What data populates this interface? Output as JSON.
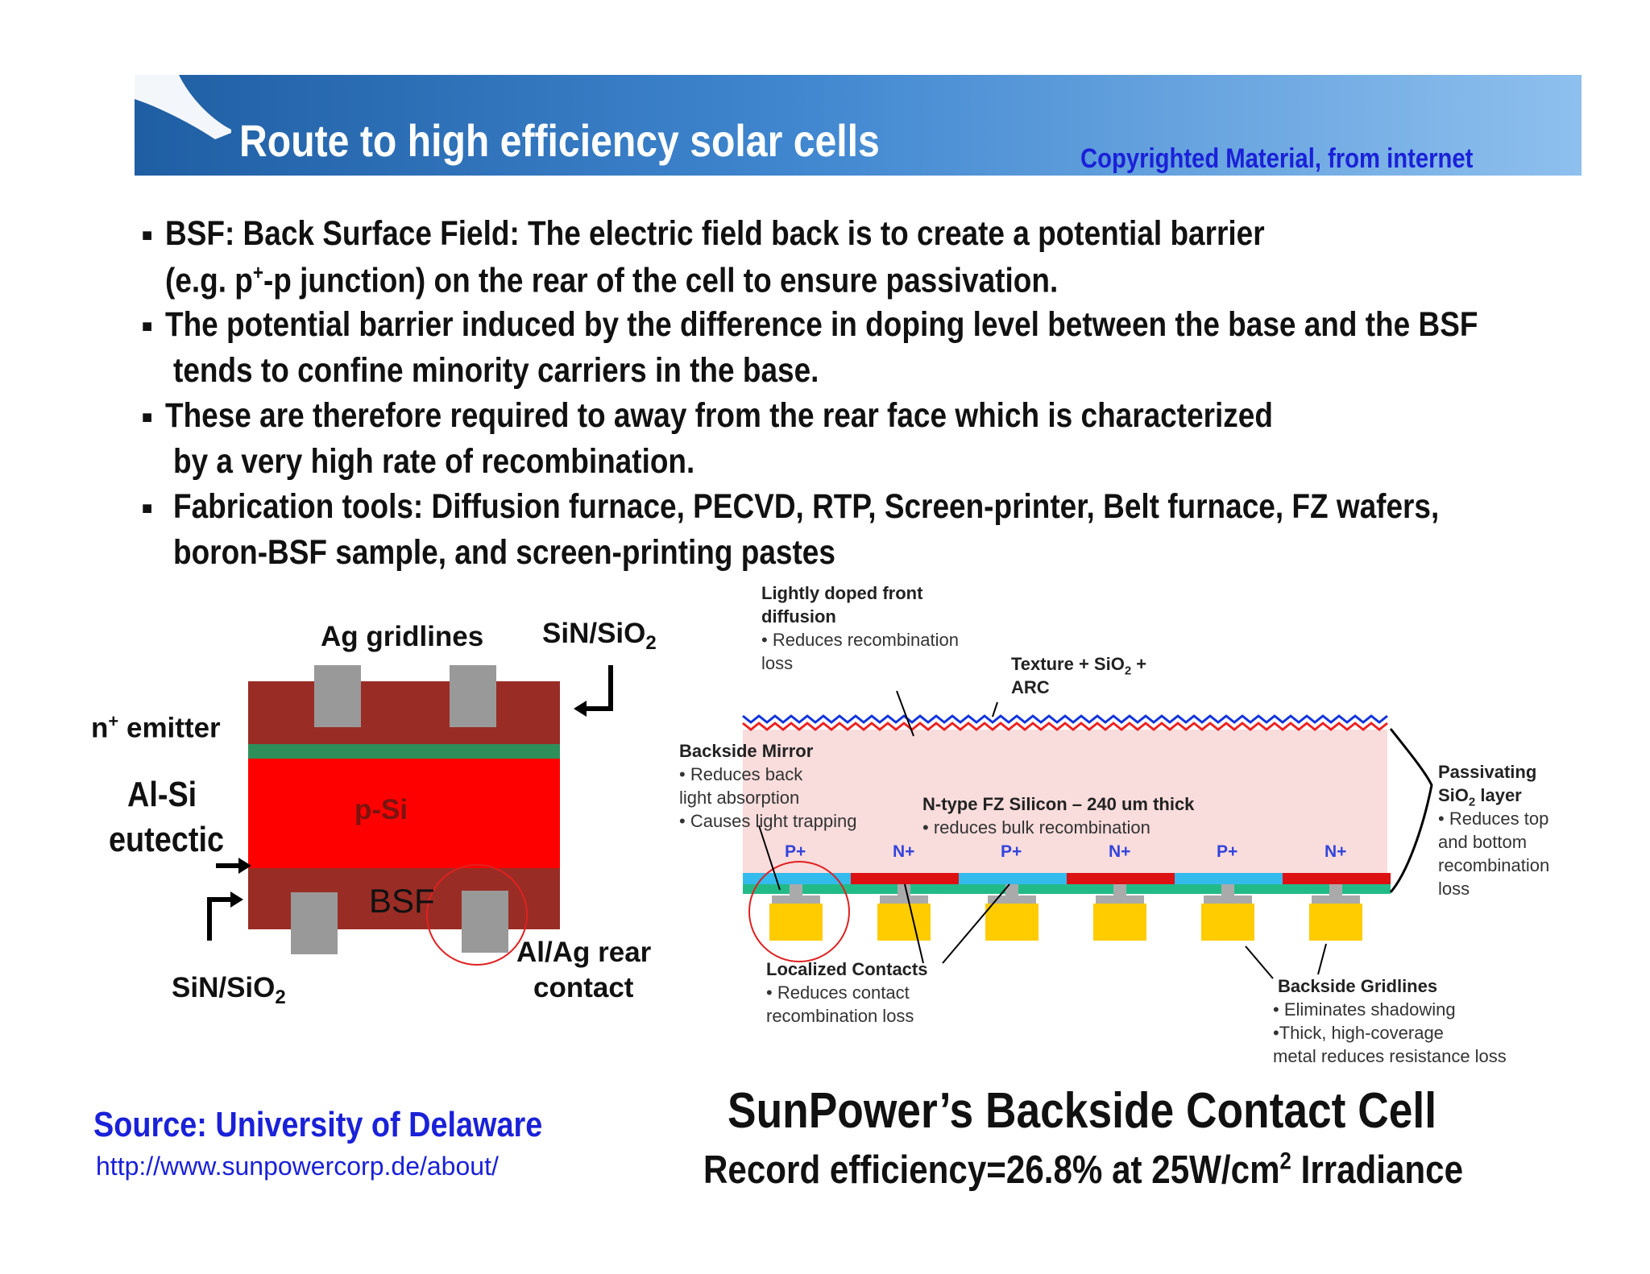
{
  "header": {
    "title": "Route to high efficiency solar cells",
    "copyright": "Copyrighted Material, from internet"
  },
  "bullets": [
    {
      "line1": "BSF: Back Surface Field: The electric field back is to create a potential barrier",
      "line2_pre": "(e.g. p",
      "line2_sup": "+",
      "line2_post": "-p junction) on the rear of the cell to ensure passivation."
    },
    {
      "line1": "The potential barrier induced by the difference in doping level between the base and the BSF",
      "line2": "tends to confine minority carriers in the base."
    },
    {
      "line1": "These are therefore required to away from the rear face which is characterized",
      "line2": "by a very high rate of recombination."
    },
    {
      "line1": "Fabrication tools: Diffusion furnace, PECVD, RTP, Screen-printer, Belt furnace, FZ wafers,",
      "line2": "boron-BSF sample, and screen-printing pastes"
    }
  ],
  "left_diagram": {
    "ag_gridlines": "Ag gridlines",
    "sin_top_base": "SiN/SiO",
    "sin_top_sub": "2",
    "n_emitter_pre": "n",
    "n_emitter_sup": "+",
    "n_emitter_post": " emitter",
    "alsi_line1": "Al-Si",
    "alsi_line2": "eutectic",
    "psi": "p-Si",
    "bsf": "BSF",
    "sin_bottom_base": "SiN/SiO",
    "sin_bottom_sub": "2",
    "rear_line1": "Al/Ag rear",
    "rear_line2": "contact",
    "colors": {
      "emitter": "#992d25",
      "passivation": "#2f8f5a",
      "base": "#ff0000",
      "bsf": "#992d25",
      "contact": "#999999",
      "circle": "#e02020"
    }
  },
  "right_diagram": {
    "front_diffusion": {
      "title1": "Lightly doped  front",
      "title2": "diffusion",
      "note1": "• Reduces recombination",
      "note2": "loss"
    },
    "texture": {
      "l1_pre": "Texture + SiO",
      "l1_sub": "2",
      "l1_post": " +",
      "l2": "ARC"
    },
    "mirror": {
      "title": "Backside Mirror",
      "n1": "• Reduces back",
      "n2": "light absorption",
      "n3": "• Causes light trapping"
    },
    "ntype": {
      "title": "N-type FZ Silicon – 240 um thick",
      "note": "• reduces bulk recombination"
    },
    "passivating": {
      "l1": "Passivating",
      "l2_pre": "SiO",
      "l2_sub": "2",
      "l2_post": " layer",
      "n1": "• Reduces top",
      "n2": "and bottom",
      "n3": "recombination",
      "n4": "loss"
    },
    "doping": [
      "P+",
      "N+",
      "P+",
      "N+",
      "P+",
      "N+"
    ],
    "contacts": {
      "title": "Localized Contacts",
      "n1": "• Reduces contact",
      "n2": "recombination loss"
    },
    "gridlines": {
      "title": "Backside Gridlines",
      "n1": "• Eliminates shadowing",
      "n2": "•Thick, high-coverage",
      "n3": "metal reduces resistance loss"
    },
    "colors": {
      "silicon": "#f9dcdc",
      "p_region": "#33bbee",
      "n_region": "#dd1111",
      "passivation": "#22bb88",
      "metal": "#ffcc00",
      "via": "#aaaaaa",
      "wave_front": "#1133dd",
      "wave_back": "#ee2222",
      "label": "#3344dd"
    }
  },
  "source": {
    "title": "Source: University of Delaware",
    "url": "http://www.sunpowercorp.de/about/"
  },
  "sunpower": {
    "title": "SunPower’s Backside Contact Cell",
    "record_pre": "Record efficiency=26.8% at 25W/cm",
    "record_sup": "2",
    "record_post": " Irradiance"
  }
}
